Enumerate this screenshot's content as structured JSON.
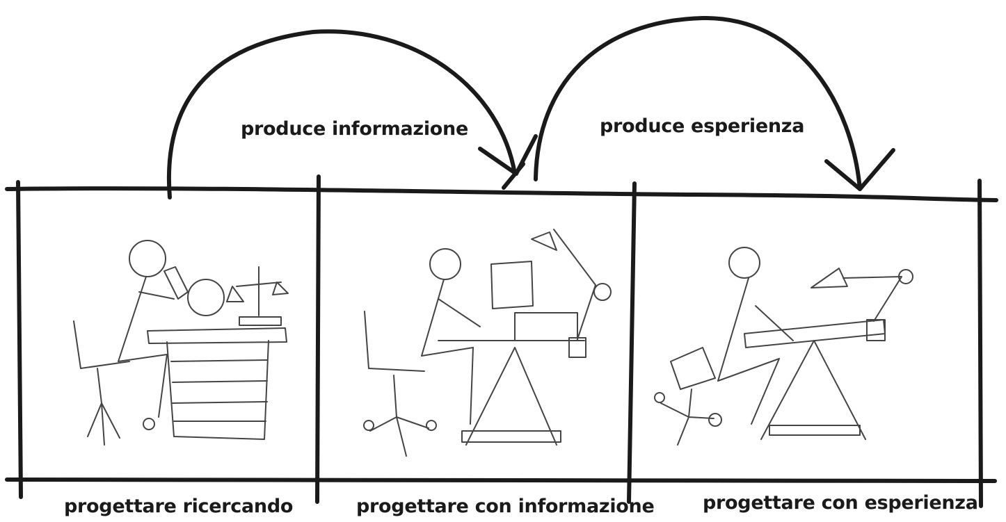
{
  "arrows": [
    {
      "label": "produce informazione"
    },
    {
      "label": "produce esperienza"
    }
  ],
  "panels": [
    {
      "caption": "progettare ricercando"
    },
    {
      "caption": "progettare con informazione"
    },
    {
      "caption": "progettare con esperienza"
    }
  ],
  "colors": {
    "ink": "#1a1a1a",
    "sketch": "#444444",
    "paper": "#ffffff"
  }
}
